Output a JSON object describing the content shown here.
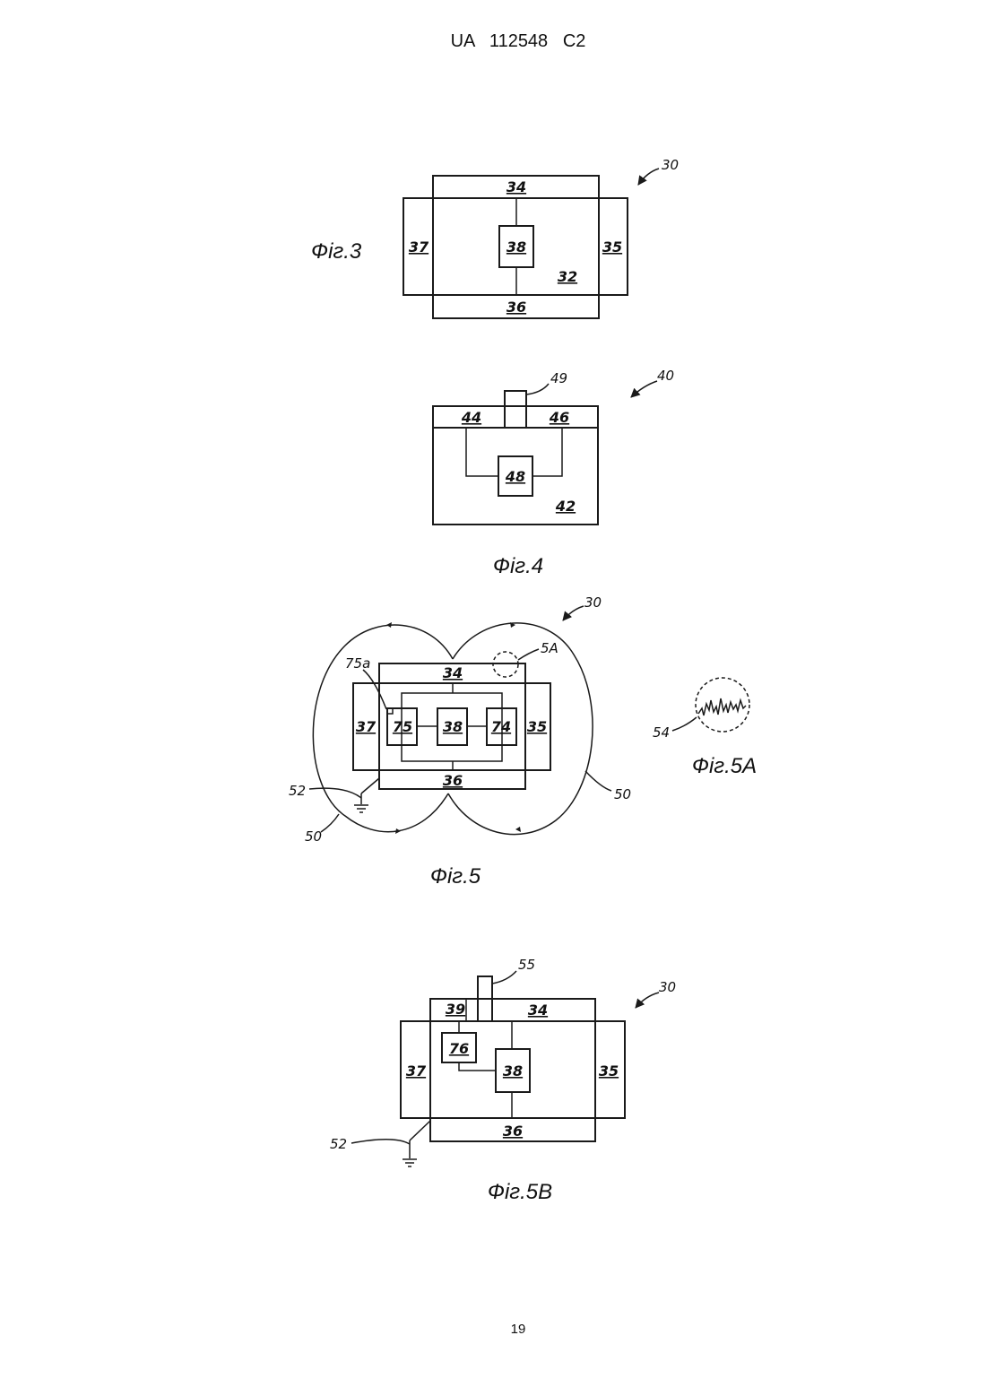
{
  "header": {
    "publication": "UA   112548   C2"
  },
  "page_number": "19",
  "fig3": {
    "caption": "Фіг.3",
    "refs": {
      "device": "30",
      "top": "34",
      "center": "38",
      "left": "37",
      "right": "35",
      "body": "32",
      "bottom": "36"
    }
  },
  "fig4": {
    "caption": "Фіг.4",
    "refs": {
      "device": "40",
      "connector": "49",
      "left_pad": "44",
      "right_pad": "46",
      "center": "48",
      "body": "42"
    }
  },
  "fig5": {
    "caption": "Фіг.5",
    "refs": {
      "device": "30",
      "detail": "5A",
      "point": "75a",
      "top": "34",
      "left": "37",
      "block_left": "75",
      "block_center": "38",
      "block_right": "74",
      "right": "35",
      "bottom": "36",
      "ground": "52",
      "field_right": "50",
      "field_left": "50"
    }
  },
  "fig5a": {
    "caption": "Фіг.5A",
    "refs": {
      "signal": "54"
    }
  },
  "fig5b": {
    "caption": "Фіг.5B",
    "refs": {
      "connector": "55",
      "device": "30",
      "left_top": "39",
      "top": "34",
      "module": "76",
      "left": "37",
      "center": "38",
      "right": "35",
      "bottom": "36",
      "ground": "52"
    }
  }
}
